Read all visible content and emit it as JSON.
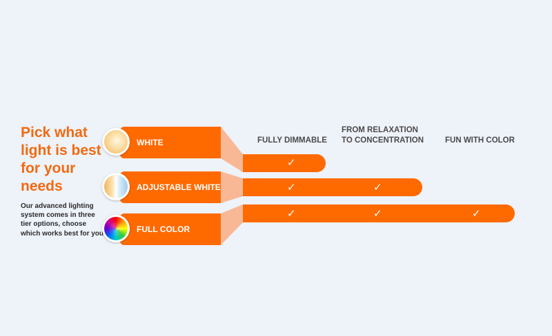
{
  "headline": "Pick what light is best for your needs",
  "description": "Our advanced lighting system comes in three tier options, choose which works best for you!",
  "columns": {
    "dimmable": "FULLY DIMMABLE",
    "relaxation_line1": "FROM RELAXATION",
    "relaxation_line2": "TO CONCENTRATION",
    "fun": "FUN WITH COLOR"
  },
  "tiers": [
    {
      "label": "WHITE",
      "icon": "warm-white-bulb-icon",
      "features": 1
    },
    {
      "label": "ADJUSTABLE WHITE",
      "icon": "tunable-white-bulb-icon",
      "features": 2
    },
    {
      "label": "FULL COLOR",
      "icon": "color-wheel-icon",
      "features": 3
    }
  ],
  "check_glyph": "✓",
  "colors": {
    "accent": "#ff6a00",
    "headline": "#f26a10",
    "connector": "#f8b896",
    "background": "#eef2f9"
  }
}
